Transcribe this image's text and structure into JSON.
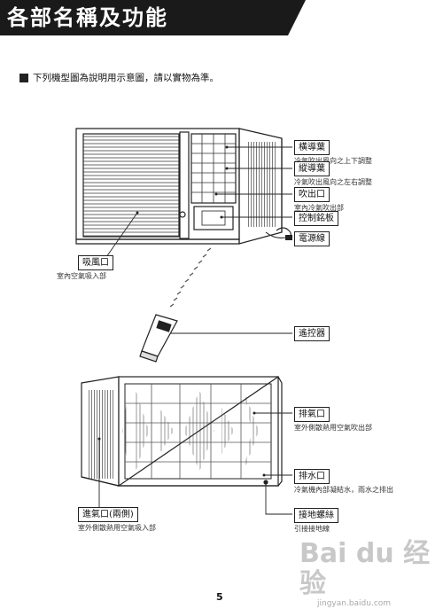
{
  "page": {
    "title": "各部名稱及功能",
    "intro": "下列機型圖為說明用示意圖，請以實物為準。",
    "page_number": "5"
  },
  "front_labels": [
    {
      "id": "vertical-louver",
      "label": "橫導葉",
      "desc": "冷氣吹出風向之上下調整"
    },
    {
      "id": "horizontal-louver",
      "label": "縱導葉",
      "desc": "冷氣吹出風向之左右調整"
    },
    {
      "id": "air-outlet",
      "label": "吹出口",
      "desc": "室內冷氣吹出部"
    },
    {
      "id": "control-panel",
      "label": "控制銘板",
      "desc": ""
    },
    {
      "id": "power-cord",
      "label": "電源線",
      "desc": ""
    },
    {
      "id": "air-inlet",
      "label": "吸風口",
      "desc": "室內空氣吸入部"
    },
    {
      "id": "remote-control",
      "label": "遙控器",
      "desc": ""
    }
  ],
  "back_labels": [
    {
      "id": "exhaust",
      "label": "排氣口",
      "desc": "室外側散熱用空氣吹出部"
    },
    {
      "id": "drain",
      "label": "排水口",
      "desc": "冷氣機內部凝結水，雨水之排出"
    },
    {
      "id": "ground-screw",
      "label": "接地螺絲",
      "desc": "引接接地線"
    },
    {
      "id": "intake-side",
      "label": "進氣口(兩側)",
      "desc": "室外側散熱用空氣吸入部"
    }
  ],
  "watermark": {
    "brand": "Bai du 经验",
    "url": "jingyan.baidu.com"
  },
  "colors": {
    "banner": "#1a1a1a",
    "ink": "#222222"
  }
}
